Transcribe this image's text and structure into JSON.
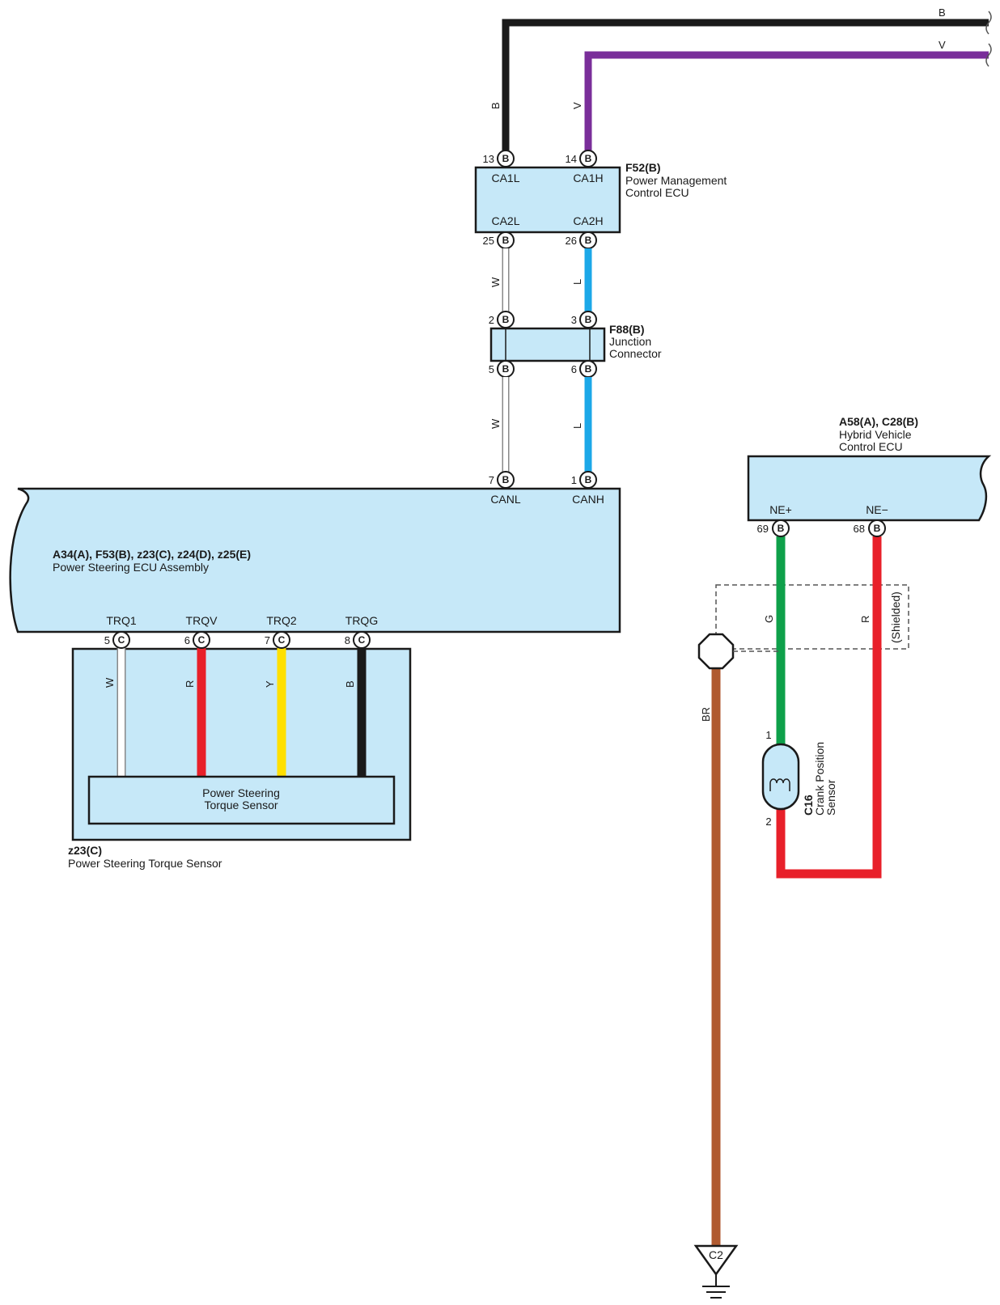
{
  "diagram": {
    "top_wires": {
      "black_label": "B",
      "violet_label": "V"
    },
    "f52": {
      "id": "F52(B)",
      "name_line1": "Power Management",
      "name_line2": "Control ECU",
      "terminals": {
        "ca1l": {
          "pin": "13",
          "letter": "B",
          "name": "CA1L"
        },
        "ca1h": {
          "pin": "14",
          "letter": "B",
          "name": "CA1H"
        },
        "ca2l": {
          "pin": "25",
          "letter": "B",
          "name": "CA2L"
        },
        "ca2h": {
          "pin": "26",
          "letter": "B",
          "name": "CA2H"
        }
      },
      "wire_up_left": "B",
      "wire_up_right": "V"
    },
    "f88": {
      "id": "F88(B)",
      "name_line1": "Junction",
      "name_line2": "Connector",
      "pins": {
        "p2": {
          "pin": "2",
          "letter": "B"
        },
        "p3": {
          "pin": "3",
          "letter": "B"
        },
        "p5": {
          "pin": "5",
          "letter": "B"
        },
        "p6": {
          "pin": "6",
          "letter": "B"
        }
      },
      "wire_upper_left": "W",
      "wire_upper_right": "L",
      "wire_lower_left": "W",
      "wire_lower_right": "L"
    },
    "ps_ecu": {
      "id": "A34(A), F53(B), z23(C), z24(D), z25(E)",
      "name": "Power Steering ECU Assembly",
      "canl": {
        "pin": "7",
        "letter": "B",
        "name": "CANL"
      },
      "canh": {
        "pin": "1",
        "letter": "B",
        "name": "CANH"
      },
      "terminals": [
        {
          "pin": "5",
          "letter": "C",
          "name": "TRQ1",
          "wire": "W",
          "color": "#ffffff"
        },
        {
          "pin": "6",
          "letter": "C",
          "name": "TRQV",
          "wire": "R",
          "color": "#e8202a"
        },
        {
          "pin": "7",
          "letter": "C",
          "name": "TRQ2",
          "wire": "Y",
          "color": "#ffe000"
        },
        {
          "pin": "8",
          "letter": "C",
          "name": "TRQG",
          "wire": "B",
          "color": "#1a1a1a"
        }
      ]
    },
    "torque_sensor": {
      "inner_line1": "Power Steering",
      "inner_line2": "Torque Sensor",
      "id": "z23(C)",
      "name": "Power Steering Torque Sensor"
    },
    "hv_ecu": {
      "id": "A58(A), C28(B)",
      "name_line1": "Hybrid Vehicle",
      "name_line2": "Control ECU",
      "nep": {
        "pin": "69",
        "letter": "B",
        "name": "NE+"
      },
      "nem": {
        "pin": "68",
        "letter": "B",
        "name": "NE−"
      }
    },
    "shield_label": "(Shielded)",
    "wire_g": "G",
    "wire_r": "R",
    "wire_br": "BR",
    "crank_sensor": {
      "id": "C16",
      "name_line1": "Crank Position",
      "name_line2": "Sensor",
      "pin1": "1",
      "pin2": "2"
    },
    "ground": "C2",
    "colors": {
      "ecu_fill": "#c6e8f8",
      "wire_black": "#1a1a1a",
      "wire_violet": "#7a2e9a",
      "wire_white": "#ffffff",
      "wire_blue": "#1ca8e8",
      "wire_green": "#0ea04a",
      "wire_red": "#e8202a",
      "wire_yellow": "#ffe000",
      "wire_brown": "#b05a30"
    }
  }
}
